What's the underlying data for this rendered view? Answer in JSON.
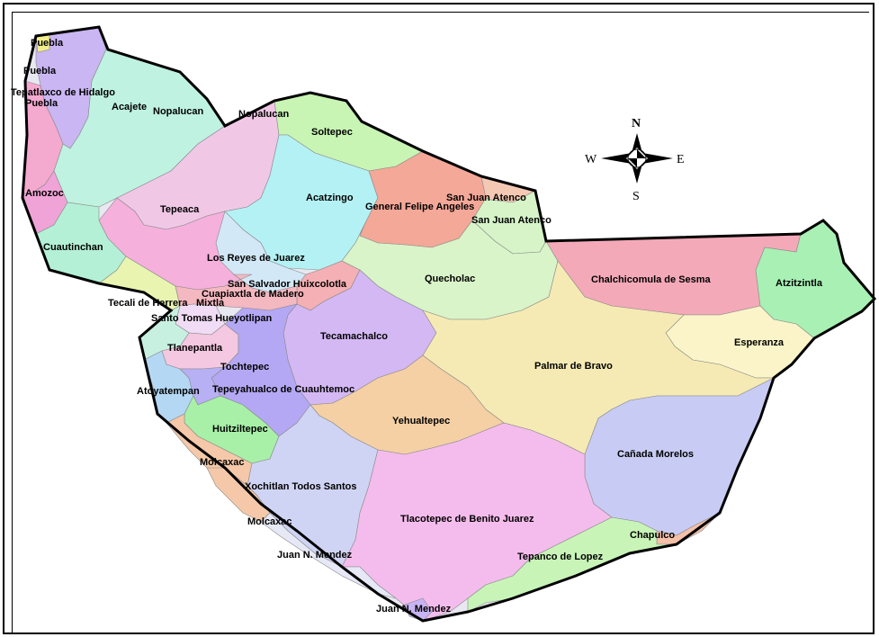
{
  "map": {
    "compass": {
      "n": "N",
      "s": "S",
      "e": "E",
      "w": "W"
    },
    "regions": [
      {
        "id": "puebla-1",
        "label": "Puebla",
        "color": "#f2ee8a"
      },
      {
        "id": "puebla-2",
        "label": "Puebla",
        "color": "#f2ee8a"
      },
      {
        "id": "tepatlaxco",
        "label": "Tepatlaxco de Hidalgo",
        "color": "#c9b6f2"
      },
      {
        "id": "puebla-3",
        "label": "Puebla",
        "color": "#f4a9cf"
      },
      {
        "id": "acajete",
        "label": "Acajete",
        "color": "#bff2e0"
      },
      {
        "id": "nopalucan-1",
        "label": "Nopalucan",
        "color": "#bff2e0"
      },
      {
        "id": "nopalucan-2",
        "label": "Nopalucan",
        "color": "#f0c8e6"
      },
      {
        "id": "soltepec",
        "label": "Soltepec",
        "color": "#c8f4b4"
      },
      {
        "id": "amozoc",
        "label": "Amozoc",
        "color": "#f0a3d6"
      },
      {
        "id": "tepeaca",
        "label": "Tepeaca",
        "color": "#f5b0dc"
      },
      {
        "id": "acatzingo",
        "label": "Acatzingo",
        "color": "#b4f1f4"
      },
      {
        "id": "gral-felipe",
        "label": "General Felipe Angeles",
        "color": "#f4a898"
      },
      {
        "id": "san-juan-1",
        "label": "San Juan Atenco",
        "color": "#f4c9b4"
      },
      {
        "id": "san-juan-2",
        "label": "San Juan Atenco",
        "color": "#d6f4c8"
      },
      {
        "id": "cuautinchan",
        "label": "Cuautinchan",
        "color": "#b4f0d6"
      },
      {
        "id": "los-reyes",
        "label": "Los Reyes de Juarez",
        "color": "#d2e8f6"
      },
      {
        "id": "san-salvador",
        "label": "San Salvador Huixcolotla",
        "color": "#f4b0b4"
      },
      {
        "id": "quecholac",
        "label": "Quecholac",
        "color": "#d9f4c8"
      },
      {
        "id": "chalchicomula",
        "label": "Chalchicomula de Sesma",
        "color": "#f4a9b8"
      },
      {
        "id": "atzitzintla",
        "label": "Atzitzintla",
        "color": "#a8f0b4"
      },
      {
        "id": "cuapiaxtla",
        "label": "Cuapiaxtla de Madero",
        "color": "#f4b8c0"
      },
      {
        "id": "tecali",
        "label": "Tecali de Herrera",
        "color": "#e8f4b0"
      },
      {
        "id": "mixtla",
        "label": "Mixtla",
        "color": "#f0dcf4"
      },
      {
        "id": "santo-tomas",
        "label": "Santo Tomas Hueyotlipan",
        "color": "#c8f0e0"
      },
      {
        "id": "tecamachalco",
        "label": "Tecamachalco",
        "color": "#d4b8f4"
      },
      {
        "id": "esperanza",
        "label": "Esperanza",
        "color": "#fbf4c8"
      },
      {
        "id": "tlanepantla",
        "label": "Tlanepantla",
        "color": "#f4c8e0"
      },
      {
        "id": "palmar",
        "label": "Palmar de Bravo",
        "color": "#f6eab4"
      },
      {
        "id": "tochtepec",
        "label": "Tochtepec",
        "color": "#b4a8f4"
      },
      {
        "id": "atoyatempan",
        "label": "Atoyatempan",
        "color": "#b4d8f4"
      },
      {
        "id": "tepeyahualco",
        "label": "Tepeyahualco de Cuauhtemoc",
        "color": "#b8b0f4"
      },
      {
        "id": "yehualtepec",
        "label": "Yehualtepec",
        "color": "#f4d0a4"
      },
      {
        "id": "huitziltepec",
        "label": "Huitziltepec",
        "color": "#a8f0a8"
      },
      {
        "id": "canada",
        "label": "Cañada Morelos",
        "color": "#c8ccf4"
      },
      {
        "id": "molcaxac-1",
        "label": "Molcaxac",
        "color": "#f4c8a8"
      },
      {
        "id": "xochitlan",
        "label": "Xochitlan Todos Santos",
        "color": "#d0d4f4"
      },
      {
        "id": "tlacotepec",
        "label": "Tlacotepec de Benito Juarez",
        "color": "#f4bcec"
      },
      {
        "id": "molcaxac-2",
        "label": "Molcaxac",
        "color": "#f4c8a8"
      },
      {
        "id": "chapulco",
        "label": "Chapulco",
        "color": "#f4c0a8"
      },
      {
        "id": "juan-n-1",
        "label": "Juan N. Mendez",
        "color": "#e6e8f6"
      },
      {
        "id": "tepanco",
        "label": "Tepanco de Lopez",
        "color": "#c8f4b8"
      },
      {
        "id": "juan-n-2",
        "label": "Juan N. Mendez",
        "color": "#c8b4f4"
      }
    ]
  }
}
